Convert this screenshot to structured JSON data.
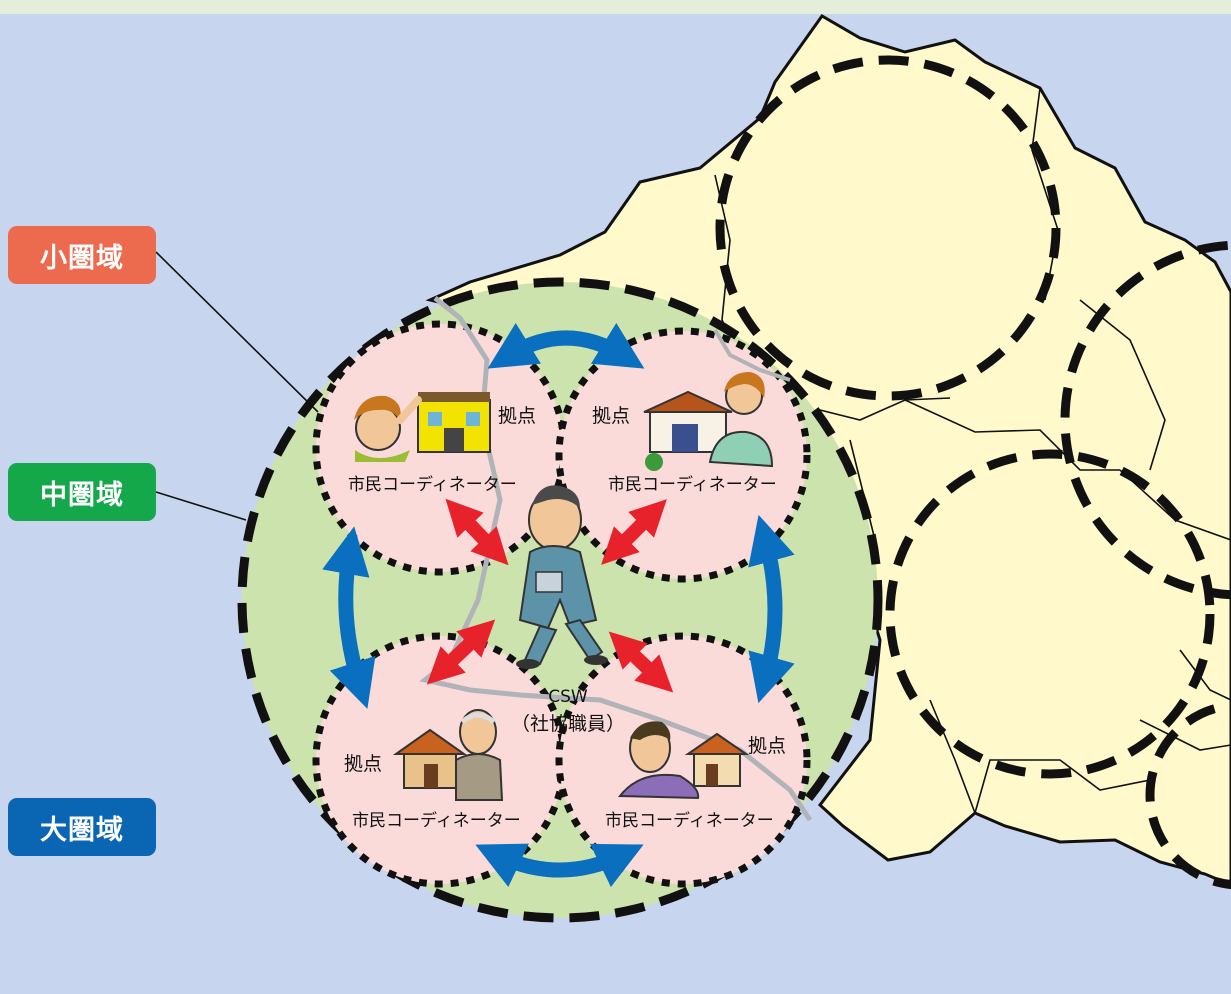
{
  "legend": {
    "small": {
      "label": "小圏域",
      "color": "#ec6a4e"
    },
    "medium": {
      "label": "中圏域",
      "color": "#14a84b"
    },
    "large": {
      "label": "大圏域",
      "color": "#0a66b3"
    }
  },
  "zones": {
    "top_left": {
      "base": "拠点",
      "coordinator": "市民コーディネーター"
    },
    "top_right": {
      "base": "拠点",
      "coordinator": "市民コーディネーター"
    },
    "bottom_left": {
      "base": "拠点",
      "coordinator": "市民コーディネーター"
    },
    "bottom_right": {
      "base": "拠点",
      "coordinator": "市民コーディネーター"
    }
  },
  "center": {
    "role": "CSW",
    "org": "（社協職員）"
  },
  "colors": {
    "background": "#c8d5ee",
    "map_fill": "#fff9cc",
    "medium_fill": "#cde3ae",
    "small_fill": "#fbdada",
    "blue_arrow": "#0a6fbf",
    "red_arrow": "#e8222b"
  }
}
